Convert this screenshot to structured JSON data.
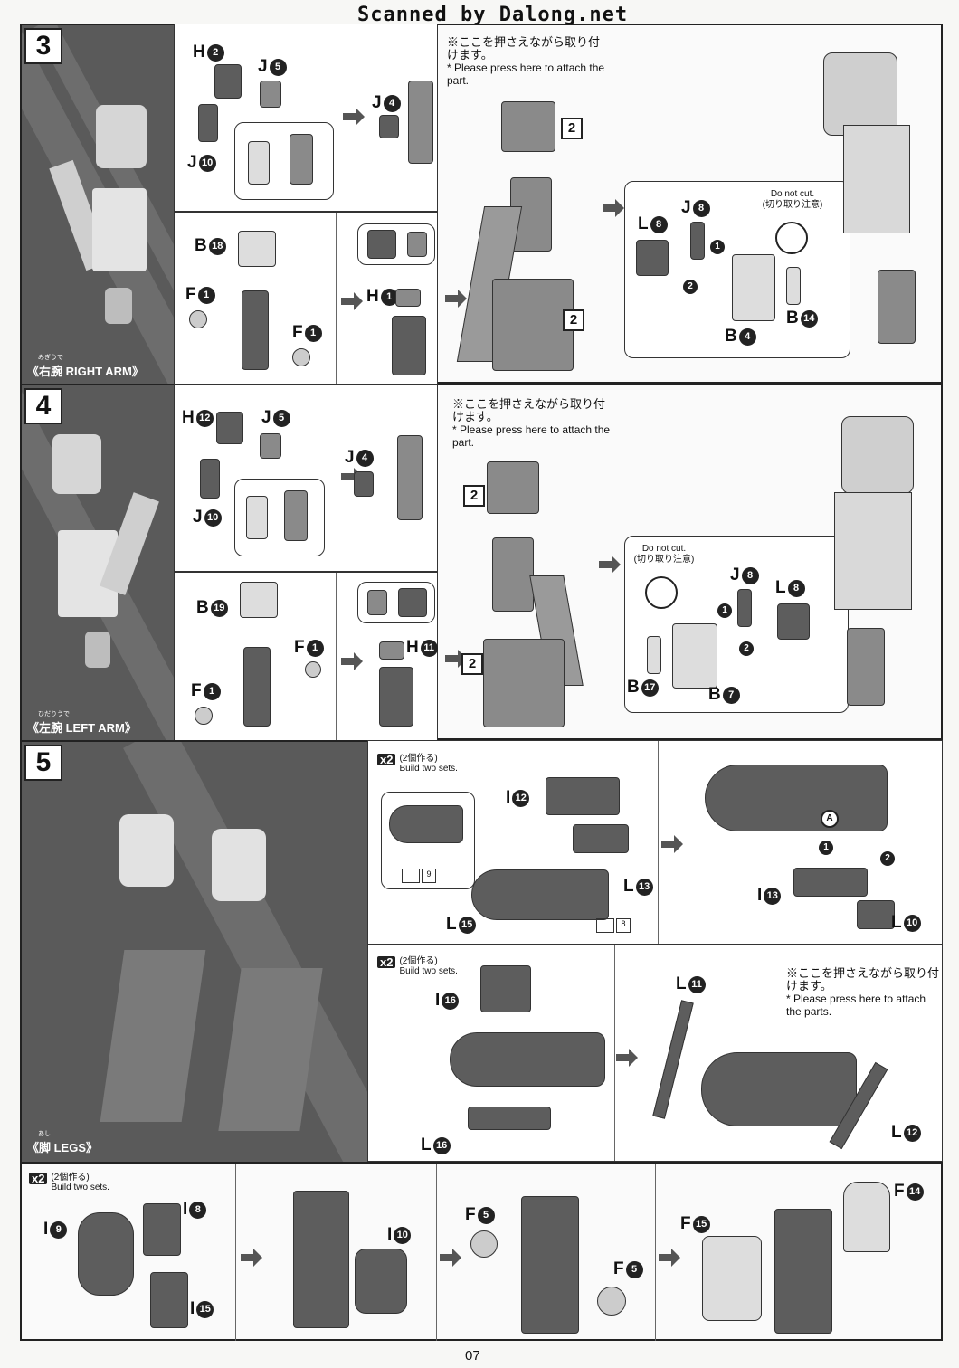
{
  "header": {
    "scan_credit": "Scanned by Dalong.net"
  },
  "footer": {
    "page_number": "07"
  },
  "steps": [
    {
      "number": "3",
      "caption_kana": "みぎうで",
      "caption": "《右腕 RIGHT ARM》",
      "labels": [
        "H",
        "J",
        "J",
        "J",
        "B",
        "F",
        "F",
        "H",
        "L",
        "J",
        "B",
        "B"
      ],
      "label_nums": [
        "2",
        "5",
        "10",
        "4",
        "18",
        "1",
        "1",
        "1",
        "8",
        "8",
        "14",
        "4"
      ],
      "press_note_ja": "※ここを押さえながら取り付けます。",
      "press_note_en": "* Please press here to attach the part.",
      "ref_num": "2",
      "do_not_cut_en": "Do not cut.",
      "do_not_cut_ja": "(切り取り注意)",
      "order": [
        "1",
        "2"
      ]
    },
    {
      "number": "4",
      "caption_kana": "ひだりうで",
      "caption": "《左腕 LEFT ARM》",
      "labels": [
        "H",
        "J",
        "J",
        "J",
        "B",
        "F",
        "F",
        "H",
        "J",
        "L",
        "B",
        "B"
      ],
      "label_nums": [
        "12",
        "5",
        "10",
        "4",
        "19",
        "1",
        "1",
        "11",
        "8",
        "8",
        "17",
        "7"
      ],
      "press_note_ja": "※ここを押さえながら取り付けます。",
      "press_note_en": "* Please press here to attach the part.",
      "ref_num": "2",
      "do_not_cut_en": "Do not cut.",
      "do_not_cut_ja": "(切り取り注意)",
      "order": [
        "1",
        "2"
      ]
    },
    {
      "number": "5",
      "caption_kana": "あし",
      "caption": "《脚 LEGS》",
      "x2_badge": "x2",
      "x2_ja": "(2個作る)",
      "x2_en": "Build two sets.",
      "labels_a": [
        "I",
        "L",
        "L",
        "I",
        "L"
      ],
      "label_nums_a": [
        "12",
        "13",
        "15",
        "13",
        "10"
      ],
      "small_refs": [
        "9",
        "8"
      ],
      "marker_a": "A",
      "labels_b": [
        "I",
        "L",
        "L",
        "L"
      ],
      "label_nums_b": [
        "16",
        "16",
        "11",
        "12"
      ],
      "press_note_ja": "※ここを押さえながら取り付けます。",
      "press_note_en": "* Please press here to attach the parts.",
      "labels_c": [
        "I",
        "I",
        "I",
        "I",
        "F",
        "F",
        "F",
        "F"
      ],
      "label_nums_c": [
        "9",
        "8",
        "15",
        "10",
        "5",
        "5",
        "15",
        "14"
      ],
      "order": [
        "1",
        "2"
      ]
    }
  ],
  "colors": {
    "photo_bg": "#5a5a5a",
    "part_gray": "#8a8a8a",
    "part_dark": "#5d5d5d"
  }
}
